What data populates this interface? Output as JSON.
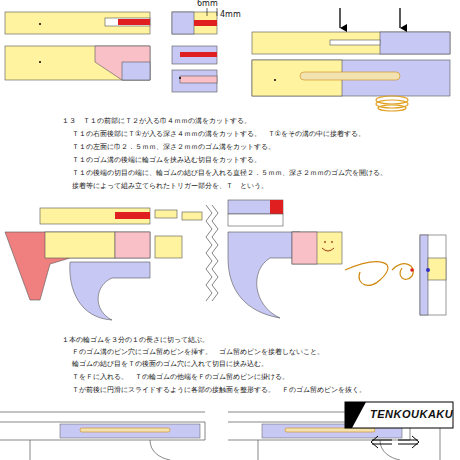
{
  "diagram": {
    "labels": [
      "6mm",
      "4mm",
      "１３　Ｔ１の前部にＴ２が入る巾４ｍｍの溝をカットする。",
      "Ｔ１の右面後部にＴ①が入る深さ４ｍｍの溝をカットする。　Ｔ①をその溝の中に接着する。",
      "Ｔ１の左面に巾２．５ｍｍ、深さ２ｍｍのゴム溝をカットする。",
      "Ｔ１のゴム溝の後端に輪ゴムを挟み込む切目をカットする。",
      "Ｔ１の後端の切目の端に、輪ゴムの結び目を入れる直径２．５ｍｍ、深さ２ｍｍのゴム穴を開ける。",
      "接着等によって組み立てられたトリガー部分を、Ｔ　という。",
      "１本の輪ゴムを３分の１の長さに切って結ぶ。",
      "Ｆのゴム溝のピン穴にゴム留めピンを挿す。　ゴム留めピンを接着しないこと。",
      "輪ゴムの結び目をＴの後面のゴム穴に入れて切目に挟み込む。",
      "ＴをＦに入れる。　Ｔの輪ゴムの他端をＦのゴム留めピンに掛ける。",
      "Ｔが前後に円滑にスライドするように各部の接触面を整形する。　Ｆのゴム留めピンを抜く。",
      "TENKOUKAKU"
    ]
  }
}
